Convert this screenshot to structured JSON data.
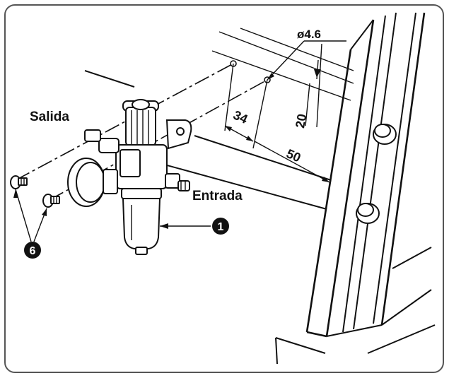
{
  "labels": {
    "salida": "Salida",
    "entrada": "Entrada",
    "callout_regulator": "1",
    "callout_screws": "6"
  },
  "dimensions": {
    "hole_diameter": "ø4.6",
    "dim_34": "34",
    "dim_20": "20",
    "dim_50": "50"
  },
  "colors": {
    "ink": "#111111",
    "paper": "#ffffff",
    "frame_border": "#555555"
  }
}
